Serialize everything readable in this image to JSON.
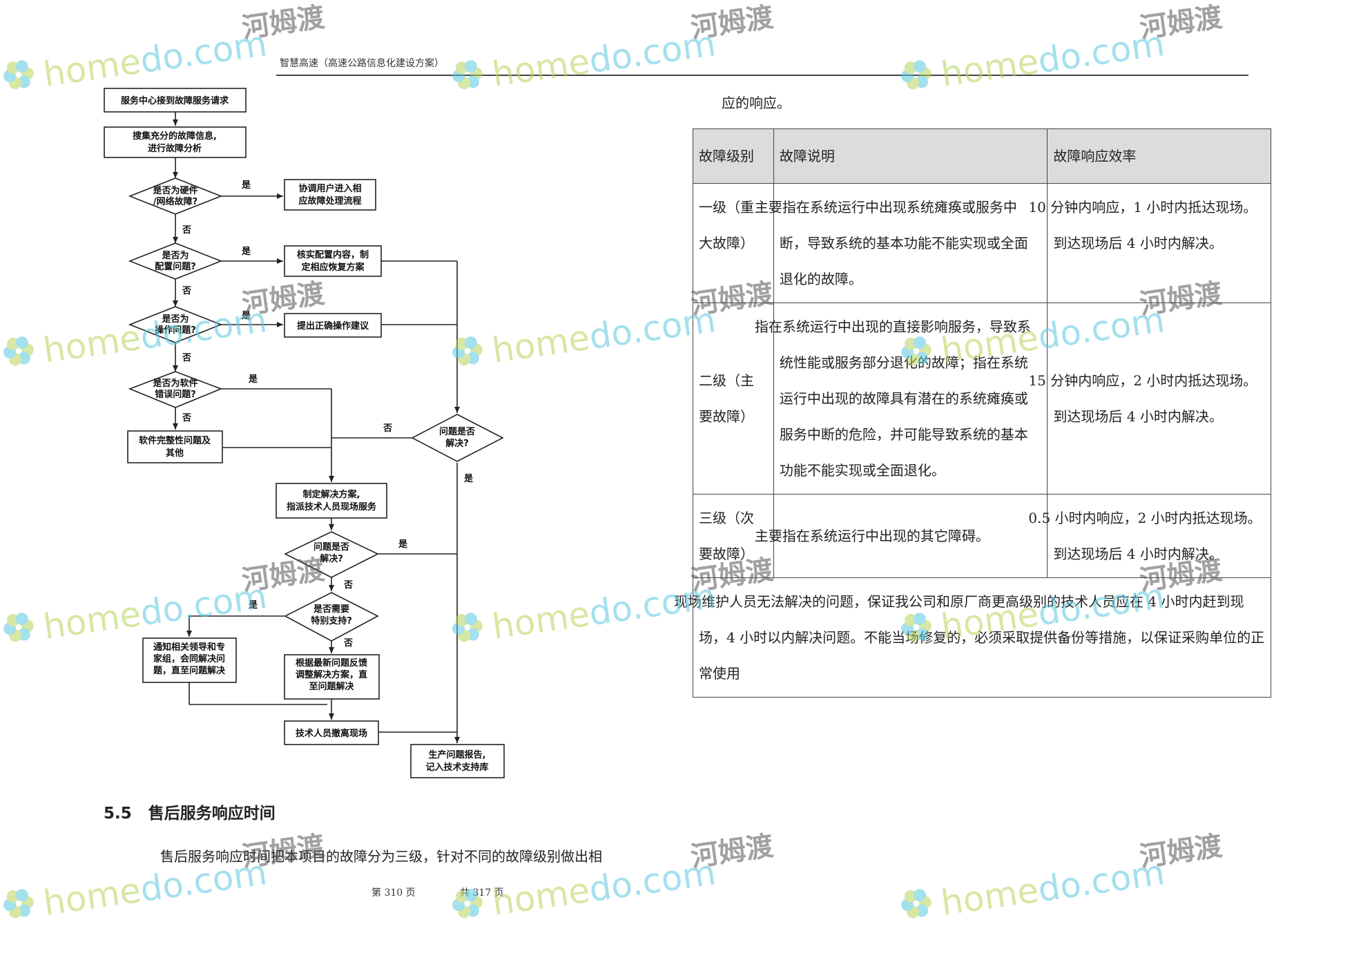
{
  "header": {
    "title": "智慧高速（高速公路信息化建设方案）"
  },
  "flowchart": {
    "nodes": {
      "n1": "服务中心接到故障服务请求",
      "n2a": "搜集充分的故障信息,",
      "n2b": "进行故障分析",
      "d1a": "是否为硬件",
      "d1b": "/网络故障?",
      "r1a": "协调用户进入相",
      "r1b": "应故障处理流程",
      "d2a": "是否为",
      "d2b": "配置问题?",
      "r2a": "核实配置内容，制",
      "r2b": "定相应恢复方案",
      "d3a": "是否为",
      "d3b": "操作问题?",
      "r3": "提出正确操作建议",
      "d4a": "是否为软件",
      "d4b": "错误问题?",
      "b4a": "软件完整性问题及",
      "b4b": "其他",
      "dra": "问题是否",
      "drb": "解决?",
      "s1a": "制定解决方案,",
      "s1b": "指派技术人员现场服务",
      "d5a": "问题是否",
      "d5b": "解决?",
      "d6a": "是否需要",
      "d6b": "特别支持?",
      "nt1": "通知相关领导和专",
      "nt2": "家组，会同解决问",
      "nt3": "题，直至问题解决",
      "ad1": "根据最新问题反馈",
      "ad2": "调整解决方案，直",
      "ad3": "至问题解决",
      "wd": "技术人员撤离现场",
      "rp1": "生产问题报告,",
      "rp2": "记入技术支持库"
    },
    "labels": {
      "yes": "是",
      "no": "否"
    }
  },
  "right_intro": "应的响应。",
  "fault_table": {
    "headers": [
      "故障级别",
      "故障说明",
      "故障响应效率"
    ],
    "rows": [
      {
        "level": "一级（重大故障）",
        "desc": "主要指在系统运行中出现系统瘫痪或服务中断，导致系统的基本功能不能实现或全面退化的故障。",
        "eff": "10 分钟内响应，1 小时内抵达现场。到达现场后 4 小时内解决。"
      },
      {
        "level": "二级（主要故障）",
        "desc": "指在系统运行中出现的直接影响服务，导致系统性能或服务部分退化的故障；指在系统运行中出现的故障具有潜在的系统瘫痪或服务中断的危险，并可能导致系统的基本功能不能实现或全面退化。",
        "eff": "15 分钟内响应，2 小时内抵达现场。到达现场后 4 小时内解决。"
      },
      {
        "level": "三级（次要故障）",
        "desc": "主要指在系统运行中出现的其它障碍。",
        "eff": "0.5 小时内响应，2 小时内抵达现场。到达现场后 4 小时内解决。"
      }
    ],
    "note": "现场维护人员无法解决的问题，保证我公司和原厂商更高级别的技术人员应在 4 小时内赶到现场，4 小时以内解决问题。不能当场修复的，必须采取提供备份等措施，以保证采购单位的正常使用"
  },
  "section": {
    "title": "5.5   售后服务响应时间"
  },
  "body_text": "售后服务响应时间把本项目的故障分为三级，针对不同的故障级别做出相",
  "footer": {
    "page": "第 310 页",
    "total": "共 317 页"
  },
  "watermark": {
    "en_home": "home",
    "en_do": "do",
    "en_com": ".com",
    "cn": "河姆渡",
    "color_home": "#b7d55a",
    "color_do": "#5ac8e0"
  }
}
